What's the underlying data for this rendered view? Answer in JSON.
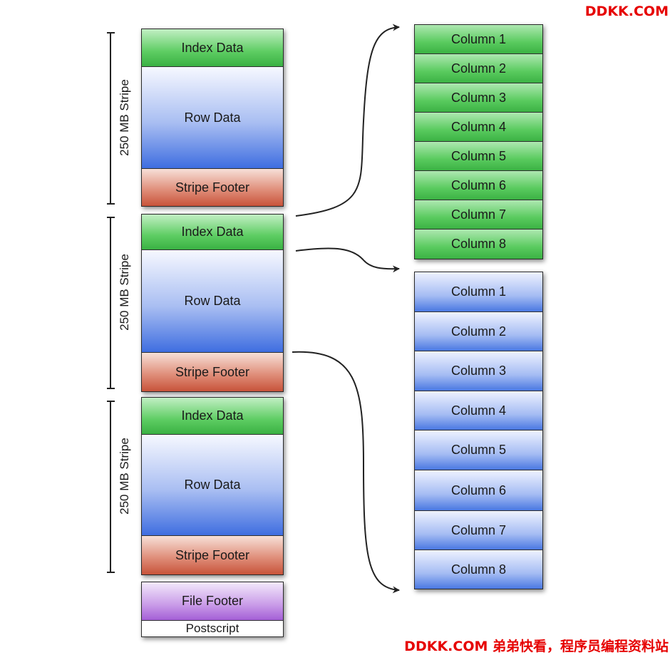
{
  "watermark": {
    "top": "DDKK.COM",
    "bottom": "DDKK.COM 弟弟快看，程序员编程资料站"
  },
  "stripes": [
    {
      "label": "250 MB Stripe",
      "index": "Index Data",
      "row": "Row Data",
      "footer": "Stripe Footer"
    },
    {
      "label": "250 MB Stripe",
      "index": "Index Data",
      "row": "Row Data",
      "footer": "Stripe Footer"
    },
    {
      "label": "250 MB Stripe",
      "index": "Index Data",
      "row": "Row Data",
      "footer": "Stripe Footer"
    }
  ],
  "file_footer": "File Footer",
  "postscript": "Postscript",
  "index_columns": [
    "Column 1",
    "Column 2",
    "Column 3",
    "Column 4",
    "Column 5",
    "Column 6",
    "Column 7",
    "Column 8"
  ],
  "data_columns": [
    "Column 1",
    "Column 2",
    "Column 3",
    "Column 4",
    "Column 5",
    "Column 6",
    "Column 7",
    "Column 8"
  ],
  "colors": {
    "index": "#5ecd63",
    "row": "#3f6ee0",
    "footer": "#c8533a",
    "file_footer": "#a45fd6",
    "watermark": "#e60000"
  }
}
